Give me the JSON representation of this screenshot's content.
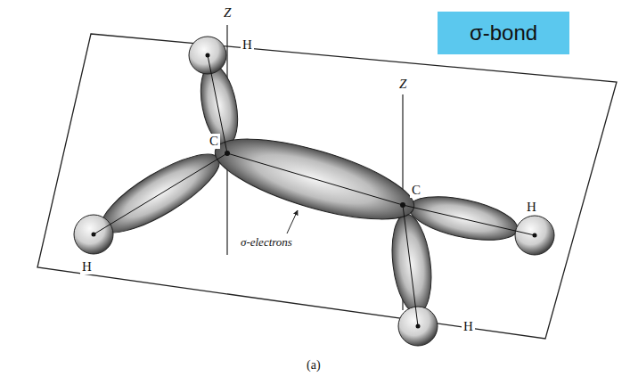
{
  "diagram": {
    "caption": "(a)",
    "nodes": [
      {
        "text": [
          "σ-bond"
        ]
      }
    ],
    "labels": [
      "Z",
      "H",
      "C",
      "H",
      "Z",
      "C",
      "H",
      "σ-electrons",
      "H"
    ]
  }
}
